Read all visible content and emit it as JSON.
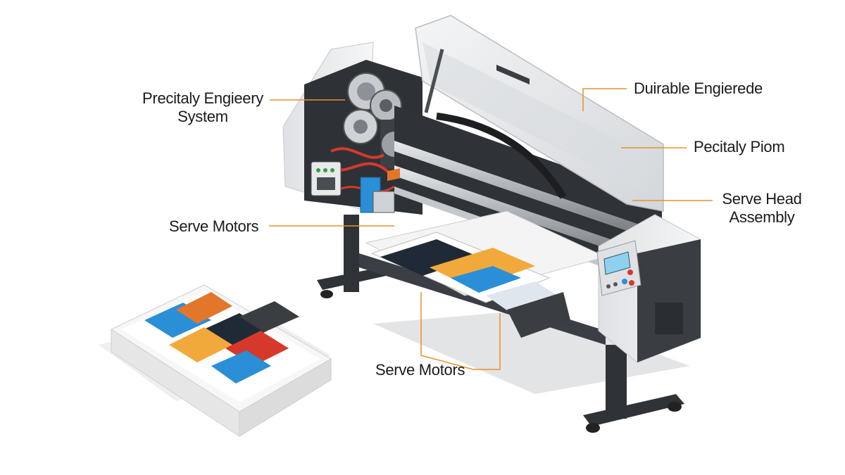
{
  "callouts": {
    "precitaly_engieery": {
      "lines": [
        "Precitaly Engieery",
        "System"
      ]
    },
    "durable_engierede": {
      "lines": [
        "Duirable Engierede"
      ]
    },
    "pecitaly_piom": {
      "lines": [
        "Pecitaly Piom"
      ]
    },
    "serve_head": {
      "lines": [
        "Serve Head",
        "Assembly"
      ]
    },
    "serve_motors_left": {
      "lines": [
        "Serve Motors"
      ]
    },
    "serve_motors_bottom": {
      "lines": [
        "Serve Motors"
      ]
    }
  },
  "colors": {
    "leader_line": "#e8912d",
    "body_light": "#e9eaec",
    "body_dark": "#3a3d42",
    "accent_red": "#d6392b",
    "accent_blue": "#2a8fd6",
    "panel_screen": "#8ed0f0"
  }
}
